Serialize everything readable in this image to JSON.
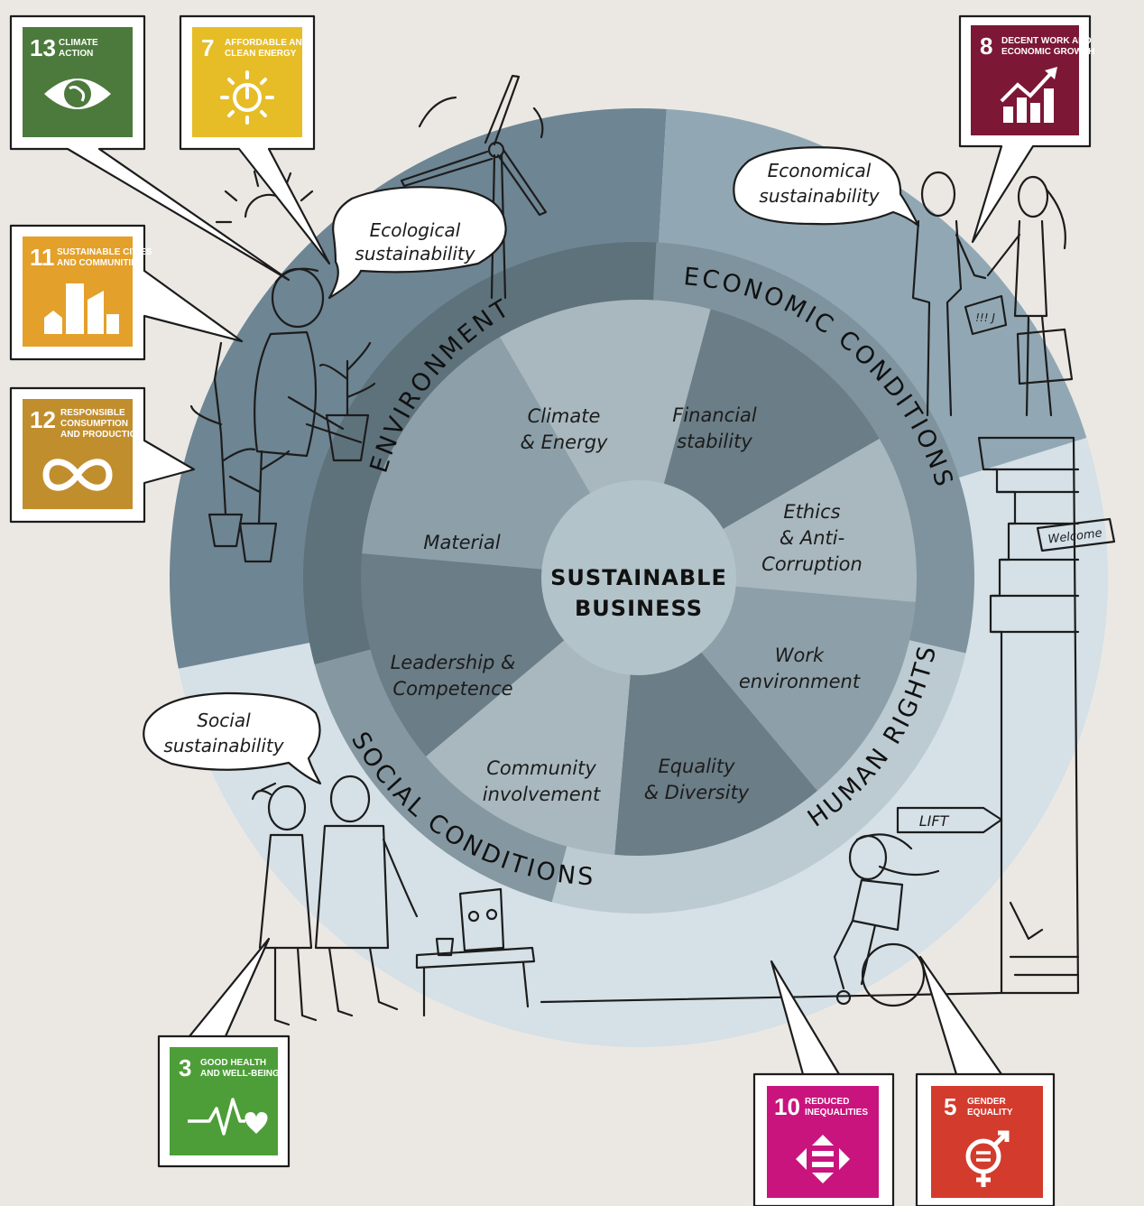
{
  "center": {
    "line1": "SUSTAINABLE",
    "line2": "BUSINESS"
  },
  "rings": {
    "environment": "ENVIRONMENT",
    "economic": "ECONOMIC CONDITIONS",
    "human_rights": "HUMAN RIGHTS",
    "social": "SOCIAL CONDITIONS"
  },
  "segments": {
    "climate": [
      "Climate",
      "& Energy"
    ],
    "financial": [
      "Financial",
      "stability"
    ],
    "ethics": [
      "Ethics",
      "& Anti-",
      "Corruption"
    ],
    "work": [
      "Work",
      "environment"
    ],
    "equality": [
      "Equality",
      "& Diversity"
    ],
    "community": [
      "Community",
      "involvement"
    ],
    "leadership": [
      "Leadership &",
      "Competence"
    ],
    "material": [
      "Material"
    ]
  },
  "bubbles": {
    "ecological": [
      "Ecological",
      "sustainability"
    ],
    "economical": [
      "Economical",
      "sustainability"
    ],
    "social": [
      "Social",
      "sustainability"
    ]
  },
  "signs": {
    "lift": "LIFT",
    "welcome": "Welcome",
    "document": "!!! J"
  },
  "sdgs": {
    "sdg13": {
      "num": "13",
      "lines": [
        "CLIMATE",
        "ACTION"
      ],
      "color": "#4c7a3c"
    },
    "sdg7": {
      "num": "7",
      "lines": [
        "AFFORDABLE AND",
        "CLEAN ENERGY"
      ],
      "color": "#e6bd27"
    },
    "sdg11": {
      "num": "11",
      "lines": [
        "SUSTAINABLE CITIES",
        "AND COMMUNITIES"
      ],
      "color": "#e3a02a"
    },
    "sdg12": {
      "num": "12",
      "lines": [
        "RESPONSIBLE",
        "CONSUMPTION",
        "AND PRODUCTION"
      ],
      "color": "#c18e2e"
    },
    "sdg8": {
      "num": "8",
      "lines": [
        "DECENT WORK AND",
        "ECONOMIC GROWTH"
      ],
      "color": "#7c1735"
    },
    "sdg3": {
      "num": "3",
      "lines": [
        "GOOD HEALTH",
        "AND WELL-BEING"
      ],
      "color": "#4d9e38"
    },
    "sdg10": {
      "num": "10",
      "lines": [
        "REDUCED",
        "INEQUALITIES"
      ],
      "color": "#c9147e"
    },
    "sdg5": {
      "num": "5",
      "lines": [
        "GENDER",
        "EQUALITY"
      ],
      "color": "#d33b2d"
    }
  },
  "colors": {
    "env_outer": "#6e8593",
    "env_ring": "#5e727c",
    "econ_outer": "#91a8b4",
    "econ_ring": "#7e939e",
    "light_outer": "#d5e0e7",
    "social_ring": "#8598a2",
    "hr_ring": "#bccad2",
    "seg_light": "#a9b8bf",
    "seg_mid": "#8da0a9",
    "seg_dark": "#6b7d86",
    "hub": "#b3c3ca"
  }
}
